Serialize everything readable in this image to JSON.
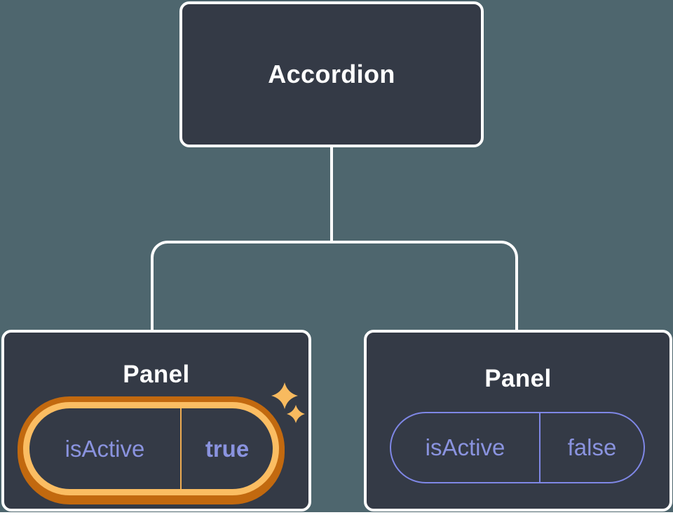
{
  "colors": {
    "background": "#4E666E",
    "node_fill": "#343A46",
    "node_border": "#FFFFFF",
    "connector": "#FFFFFF",
    "text_primary": "#FFFFFF",
    "prop_text": "#8A93DF",
    "prop_border": "#7F87E6",
    "highlight_ring_outer": "#C2690F",
    "highlight_ring_inner": "#FBBD62",
    "highlight_divider": "#EFAC52",
    "sparkle": "#F8BA5F"
  },
  "tree": {
    "root": {
      "label": "Accordion"
    },
    "children": [
      {
        "label": "Panel",
        "prop_name": "isActive",
        "prop_value": "true",
        "state": "active",
        "icon": "sparkles-icon"
      },
      {
        "label": "Panel",
        "prop_name": "isActive",
        "prop_value": "false",
        "state": "inactive"
      }
    ]
  }
}
